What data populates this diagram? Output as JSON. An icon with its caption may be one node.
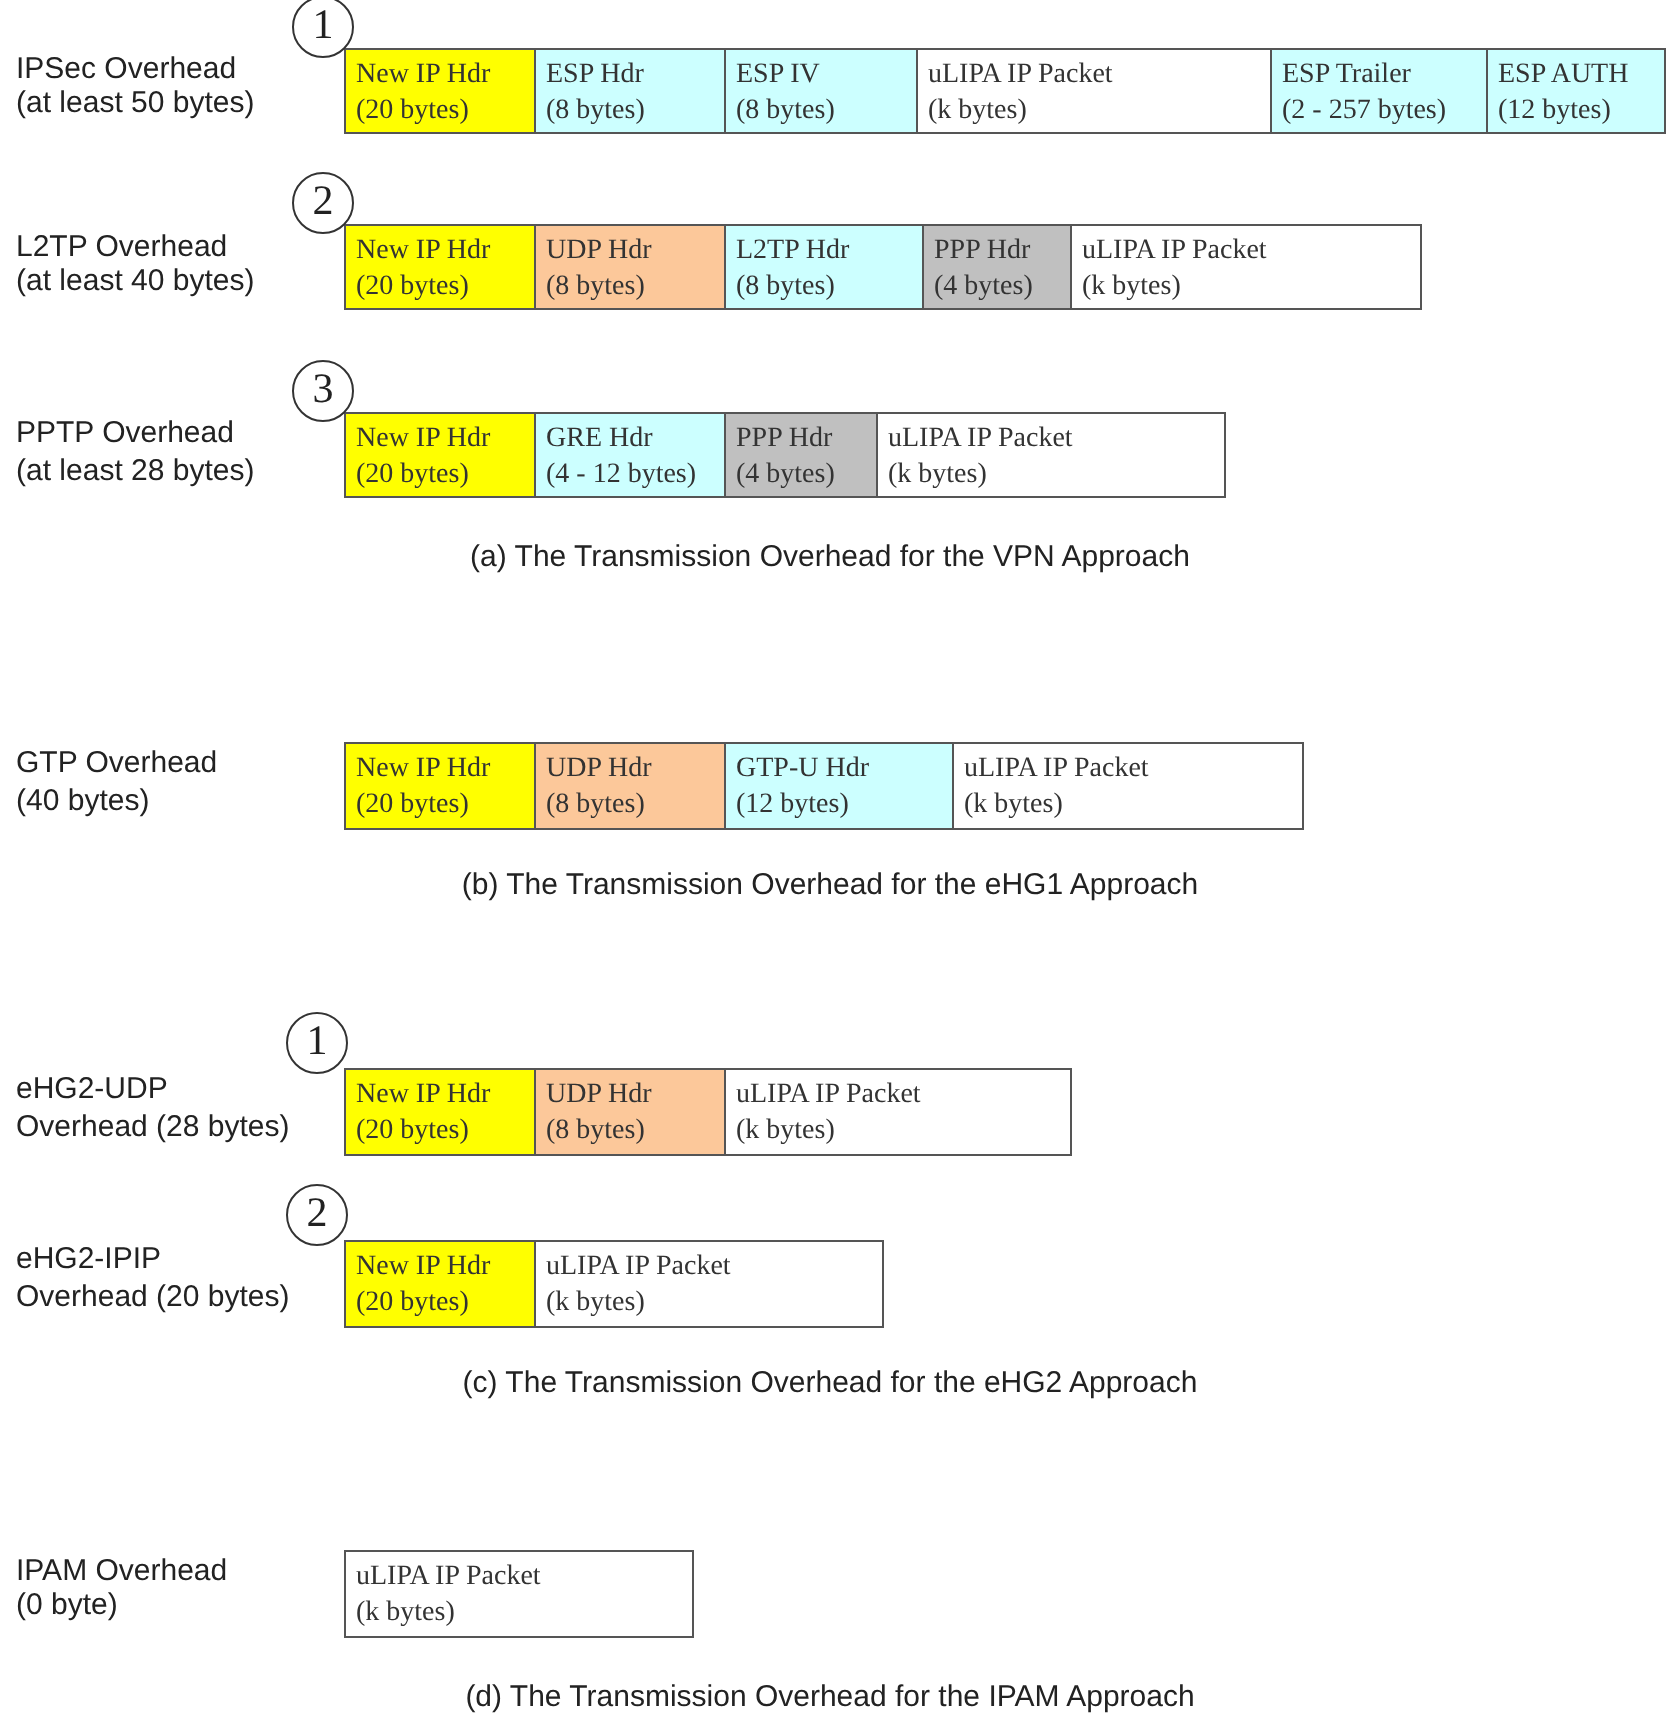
{
  "diagram": {
    "nodes": [
      {
        "text": [
          "1"
        ]
      },
      {
        "text": [
          "New IP Hdr",
          "(20 bytes)"
        ]
      },
      {
        "text": [
          "ESP Hdr",
          "(8 bytes)"
        ]
      },
      {
        "text": [
          "ESP IV",
          "(8 bytes)"
        ]
      },
      {
        "text": [
          "uLIPA IP Packet",
          "(k bytes)"
        ]
      },
      {
        "text": [
          "ESP Trailer",
          "(2 - 257 bytes)"
        ]
      },
      {
        "text": [
          "ESP AUTH",
          "(12 bytes)"
        ]
      },
      {
        "text": [
          "2"
        ]
      },
      {
        "text": [
          "New IP Hdr",
          "(20 bytes)"
        ]
      },
      {
        "text": [
          "UDP Hdr",
          "(8 bytes)"
        ]
      },
      {
        "text": [
          "L2TP Hdr",
          "(8 bytes)"
        ]
      },
      {
        "text": [
          "PPP Hdr",
          "(4 bytes)"
        ]
      },
      {
        "text": [
          "uLIPA IP Packet",
          "(k bytes)"
        ]
      },
      {
        "text": [
          "3"
        ]
      },
      {
        "text": [
          "New IP Hdr",
          "(20 bytes)"
        ]
      },
      {
        "text": [
          "GRE Hdr",
          "(4 - 12 bytes)"
        ]
      },
      {
        "text": [
          "PPP Hdr",
          "(4 bytes)"
        ]
      },
      {
        "text": [
          "uLIPA IP Packet",
          "(k bytes)"
        ]
      },
      {
        "text": [
          "New IP Hdr",
          "(20 bytes)"
        ]
      },
      {
        "text": [
          "UDP Hdr",
          "(8 bytes)"
        ]
      },
      {
        "text": [
          "GTP-U Hdr",
          "(12 bytes)"
        ]
      },
      {
        "text": [
          "uLIPA IP Packet",
          "(k bytes)"
        ]
      },
      {
        "text": [
          "1"
        ]
      },
      {
        "text": [
          "New IP Hdr",
          "(20 bytes)"
        ]
      },
      {
        "text": [
          "UDP Hdr",
          "(8 bytes)"
        ]
      },
      {
        "text": [
          "uLIPA IP Packet",
          "(k bytes)"
        ]
      },
      {
        "text": [
          "2"
        ]
      },
      {
        "text": [
          "New IP Hdr",
          "(20 bytes)"
        ]
      },
      {
        "text": [
          "uLIPA IP Packet",
          "(k bytes)"
        ]
      },
      {
        "text": [
          "uLIPA IP Packet",
          "(k bytes)"
        ]
      }
    ],
    "labels": [
      "IPSec Overhead",
      "(at least 50 bytes)",
      "L2TP Overhead",
      "(at least 40 bytes)",
      "PPTP Overhead",
      "(at least 28 bytes)",
      "(a) The Transmission Overhead for the VPN Approach",
      "GTP Overhead",
      "(40 bytes)",
      "(b) The Transmission Overhead for the eHG1 Approach",
      "eHG2-UDP",
      "Overhead (28 bytes)",
      "eHG2-IPIP",
      "Overhead (20 bytes)",
      "(c) The Transmission Overhead for the eHG2 Approach",
      "IPAM Overhead",
      "(0 byte)",
      "(d) The Transmission Overhead for the IPAM Approach"
    ]
  }
}
